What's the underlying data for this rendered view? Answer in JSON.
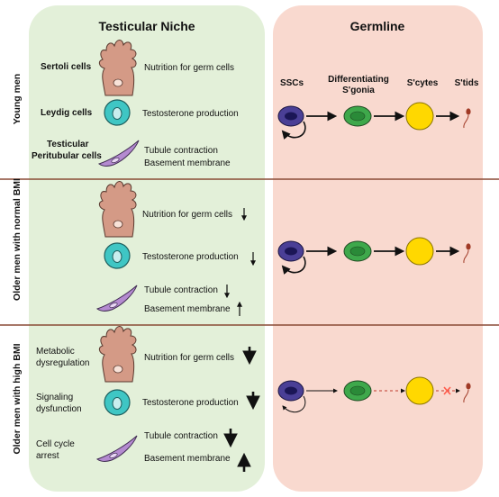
{
  "panels": {
    "niche_title": "Testicular Niche",
    "germline_title": "Germline"
  },
  "rows": [
    {
      "label": "Young men"
    },
    {
      "label": "Older men with normal BMI"
    },
    {
      "label": "Older men with high BMI"
    }
  ],
  "cell_types": {
    "sertoli": "Sertoli cells",
    "leydig": "Leydig cells",
    "peritubular_line1": "Testicular",
    "peritubular_line2": "Peritubular cells"
  },
  "functions": {
    "nutrition": "Nutrition for germ cells",
    "testosterone": "Testosterone production",
    "contraction": "Tubule contraction",
    "membrane": "Basement membrane"
  },
  "high_bmi_labels": {
    "metabolic_line1": "Metabolic",
    "metabolic_line2": "dysregulation",
    "signaling_line1": "Signaling",
    "signaling_line2": "dysfunction",
    "cellcycle_line1": "Cell cycle",
    "cellcycle_line2": "arrest"
  },
  "germline_headers": {
    "sscs": "SSCs",
    "diff_line1": "Differentiating",
    "diff_line2": "S'gonia",
    "scytes": "S'cytes",
    "stids": "S'tids"
  },
  "colors": {
    "niche_bg": "#e3f0d9",
    "germline_bg": "#f9d9cf",
    "divider": "#8a4a36",
    "sertoli": "#d49a86",
    "leydig": "#3fc6c4",
    "peritubular": "#b48ad0",
    "ssc": "#4a3f96",
    "diff": "#3ea84b",
    "scyte": "#ffd800",
    "stid": "#a03a26",
    "block_x": "#ff5a4a"
  }
}
